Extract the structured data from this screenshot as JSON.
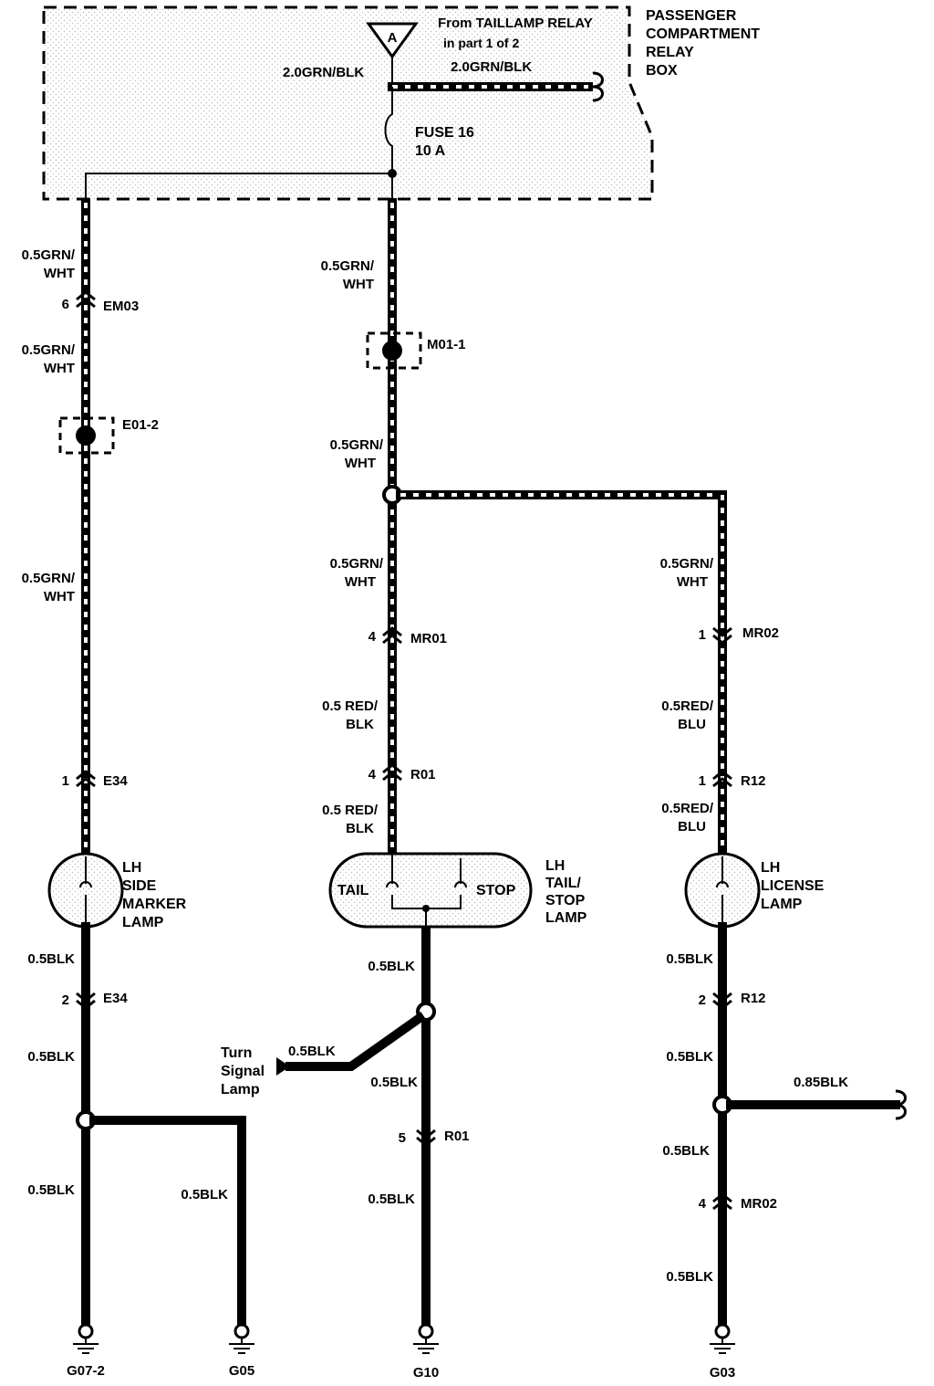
{
  "relay_box": {
    "label_1": "PASSENGER",
    "label_2": "COMPARTMENT",
    "label_3": "RELAY",
    "label_4": "BOX"
  },
  "source": {
    "connector": "A",
    "from_1": "From TAILLAMP RELAY",
    "from_2": "in part 1 of 2"
  },
  "main_wires": {
    "left": "2.0GRN/BLK",
    "right": "2.0GRN/BLK"
  },
  "fuse": {
    "name": "FUSE 16",
    "rating": "10 A"
  },
  "left_branch": {
    "w1a": "0.5GRN/",
    "w1b": "WHT",
    "em03_pin": "6",
    "em03": "EM03",
    "w2a": "0.5GRN/",
    "w2b": "WHT",
    "splice": "E01-2",
    "w3a": "0.5GRN/",
    "w3b": "WHT",
    "e34_pin1": "1",
    "e34_a": "E34",
    "lamp_1": "LH",
    "lamp_2": "SIDE",
    "lamp_3": "MARKER",
    "lamp_4": "LAMP",
    "w4": "0.5BLK",
    "e34_pin2": "2",
    "e34_b": "E34",
    "w5": "0.5BLK",
    "w6": "0.5BLK",
    "w7": "0.5BLK",
    "ground_a": "G07-2",
    "ground_b": "G05"
  },
  "center_branch": {
    "w1a": "0.5GRN/",
    "w1b": "WHT",
    "splice": "M01-1",
    "w2a": "0.5GRN/",
    "w2b": "WHT",
    "w3a": "0.5GRN/",
    "w3b": "WHT",
    "mr01_pin": "4",
    "mr01": "MR01",
    "w4a": "0.5 RED/",
    "w4b": "BLK",
    "r01_pin1": "4",
    "r01_a": "R01",
    "w5a": "0.5 RED/",
    "w5b": "BLK",
    "tail": "TAIL",
    "stop": "STOP",
    "lamp_1": "LH",
    "lamp_2": "TAIL/",
    "lamp_3": "STOP",
    "lamp_4": "LAMP",
    "w6": "0.5BLK",
    "turn_1": "Turn",
    "turn_2": "Signal",
    "turn_3": "Lamp",
    "w_turn": "0.5BLK",
    "w7": "0.5BLK",
    "r01_pin2": "5",
    "r01_b": "R01",
    "w8": "0.5BLK",
    "ground": "G10"
  },
  "right_branch": {
    "w1a": "0.5GRN/",
    "w1b": "WHT",
    "mr02_pin1": "1",
    "mr02_a": "MR02",
    "w2a": "0.5RED/",
    "w2b": "BLU",
    "r12_pin1": "1",
    "r12_a": "R12",
    "w3a": "0.5RED/",
    "w3b": "BLU",
    "lamp_1": "LH",
    "lamp_2": "LICENSE",
    "lamp_3": "LAMP",
    "w4": "0.5BLK",
    "r12_pin2": "2",
    "r12_b": "R12",
    "w5": "0.5BLK",
    "w_out": "0.85BLK",
    "w6": "0.5BLK",
    "mr02_pin2": "4",
    "mr02_b": "MR02",
    "w7": "0.5BLK",
    "ground": "G03"
  }
}
